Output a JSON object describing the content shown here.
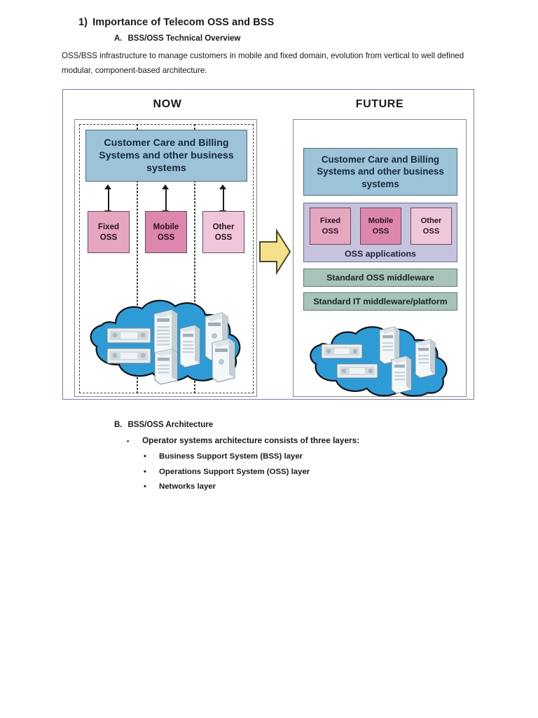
{
  "document": {
    "title": {
      "number": "1)",
      "text": "Importance of Telecom OSS and BSS"
    },
    "section_a": {
      "letter": "A.",
      "text": "BSS/OSS Technical Overview"
    },
    "paragraph": "OSS/BSS infrastructure to manage customers in mobile and fixed domain, evolution from vertical to well defined modular, component-based architecture.",
    "section_b": {
      "letter": "B.",
      "text": "BSS/OSS Architecture",
      "lead_bullet": {
        "marker": "▪",
        "text": "Operator systems architecture consists of three layers:"
      },
      "layers": [
        {
          "marker": "•",
          "text": "Business Support System (BSS) layer"
        },
        {
          "marker": "•",
          "text": "Operations Support System (OSS) layer"
        },
        {
          "marker": "•",
          "text": "Networks layer"
        }
      ]
    }
  },
  "diagram": {
    "now": {
      "title": "NOW",
      "customer_care_box": "Customer Care and Billing Systems and other business systems",
      "oss_boxes": [
        {
          "line1": "Fixed",
          "line2": "OSS",
          "color": "#e6a6c0"
        },
        {
          "line1": "Mobile",
          "line2": "OSS",
          "color": "#dd86ae"
        },
        {
          "line1": "Other",
          "line2": "OSS",
          "color": "#f0c6da"
        }
      ]
    },
    "future": {
      "title": "FUTURE",
      "customer_care_box": "Customer Care and Billing Systems and other business systems",
      "oss_boxes": [
        {
          "line1": "Fixed",
          "line2": "OSS",
          "color": "#e6a6c0"
        },
        {
          "line1": "Mobile",
          "line2": "OSS",
          "color": "#dd86ae"
        },
        {
          "line1": "Other",
          "line2": "OSS",
          "color": "#f0c6da"
        }
      ],
      "oss_applications_label": "OSS applications",
      "middleware": [
        "Standard OSS middleware",
        "Standard IT middleware/platform"
      ]
    },
    "transition_arrow": "right-arrow",
    "colors": {
      "frame_border": "#7b7bc8",
      "panel_border": "#8a8a8a",
      "customer_care_fill": "#9dc3d9",
      "oss_applications_fill": "#c5c3dd",
      "middleware_fill": "#a8c4b8",
      "cloud_fill": "#2d9bd6",
      "arrow_fill": "#f6e08a"
    }
  }
}
